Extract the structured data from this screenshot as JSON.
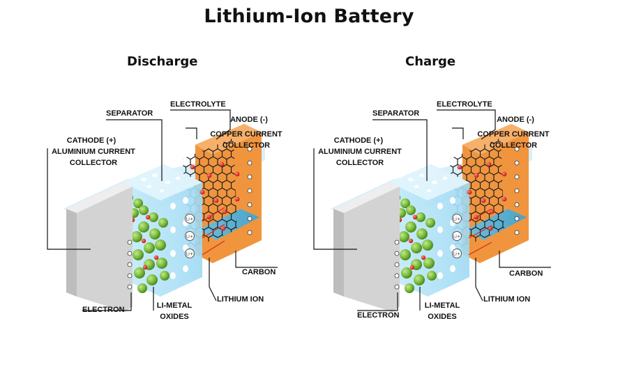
{
  "title": "Lithium-Ion Battery",
  "panels": [
    {
      "heading": "Discharge",
      "labels": {
        "separator": "SEPARATOR",
        "electrolyte": "ELECTROLYTE",
        "anode": "ANODE (-)",
        "copper_line1": "COPPER CURRENT",
        "copper_line2": "COLLECTOR",
        "cathode": "CATHODE (+)",
        "aluminium_line1": "ALUMINIUM CURRENT",
        "aluminium_line2": "COLLECTOR",
        "carbon": "CARBON",
        "lithium_ion": "LITHIUM ION",
        "electron": "ELECTRON",
        "oxides_line1": "LI-METAL",
        "oxides_line2": "OXIDES",
        "ion_symbol": "Li+"
      }
    },
    {
      "heading": "Charge",
      "labels": {
        "separator": "SEPARATOR",
        "electrolyte": "ELECTROLYTE",
        "anode": "ANODE (-)",
        "copper_line1": "COPPER CURRENT",
        "copper_line2": "COLLECTOR",
        "cathode": "CATHODE (+)",
        "aluminium_line1": "ALUMINIUM CURRENT",
        "aluminium_line2": "COLLECTOR",
        "carbon": "CARBON",
        "lithium_ion": "LITHIUM ION",
        "electron": "ELECTRON",
        "oxides_line1": "LI-METAL",
        "oxides_line2": "OXIDES",
        "ion_symbol": "Li+"
      }
    }
  ],
  "colors": {
    "electrolyte": "#bfe6f7",
    "separator": "#d8f0fb",
    "anode_collector": "#f0953e",
    "cathode_collector": "#cfcfcf",
    "li_metal_oxide": "#7cbd3e",
    "lithium_ion": "#e02020",
    "carbon": "#222222"
  }
}
